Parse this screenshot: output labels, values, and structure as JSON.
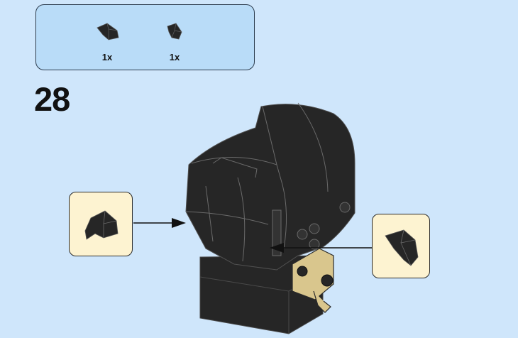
{
  "parts_list": {
    "items": [
      {
        "name": "black-wedge-slope-left-icon",
        "qty": "1x"
      },
      {
        "name": "black-wedge-slope-right-icon",
        "qty": "1x"
      }
    ]
  },
  "step": {
    "number": "28"
  },
  "colors": {
    "background": "#cfe6fb",
    "parts_box": "#b9dcf8",
    "callout": "#fdf3d1",
    "brick_black": "#262626",
    "brick_tan": "#d9c68d"
  }
}
